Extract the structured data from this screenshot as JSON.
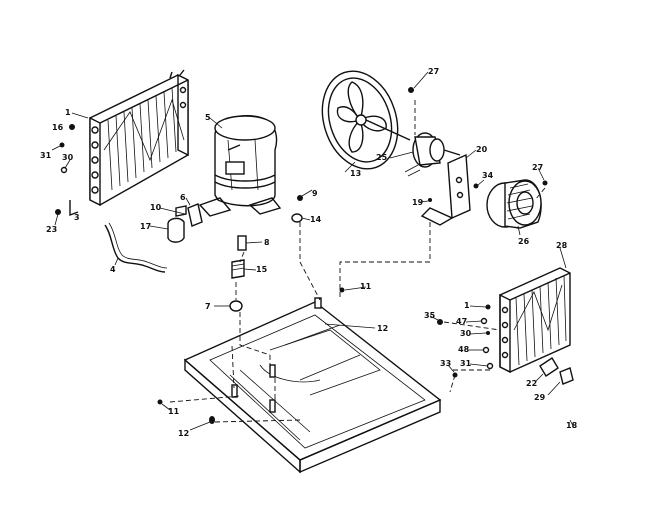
{
  "labels": {
    "n1a": "1",
    "n16": "16",
    "n31a": "31",
    "n30a": "30",
    "n3": "3",
    "n23": "23",
    "n5": "5",
    "n10": "10",
    "n6": "6",
    "n17": "17",
    "n4": "4",
    "n9": "9",
    "n14": "14",
    "n8": "8",
    "n15": "15",
    "n7": "7",
    "n11a": "11",
    "n13": "13",
    "n27a": "27",
    "n25": "25",
    "n20": "20",
    "n34": "34",
    "n19": "19",
    "n27b": "27",
    "n26": "26",
    "n28": "28",
    "n1b": "1",
    "n35": "35",
    "n47": "47",
    "n30b": "30",
    "n48": "48",
    "n31b": "31",
    "n33": "33",
    "n12a": "12",
    "n11b": "11",
    "n12b": "12",
    "n22": "22",
    "n29": "29",
    "n18": "18"
  }
}
